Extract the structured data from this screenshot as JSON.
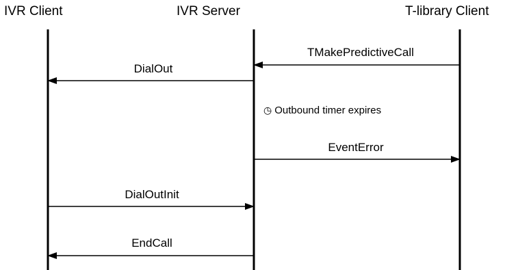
{
  "actors": [
    "IVR Client",
    "IVR Server",
    "T-library Client"
  ],
  "messages": [
    {
      "label": "TMakePredictiveCall",
      "from": 2,
      "to": 1
    },
    {
      "label": "DialOut",
      "from": 1,
      "to": 0
    },
    {
      "label": "EventError",
      "from": 1,
      "to": 2
    },
    {
      "label": "DialOutInit",
      "from": 0,
      "to": 1
    },
    {
      "label": "EndCall",
      "from": 1,
      "to": 0
    }
  ],
  "note": {
    "icon": "clock-icon",
    "text": "Outbound timer expires"
  }
}
